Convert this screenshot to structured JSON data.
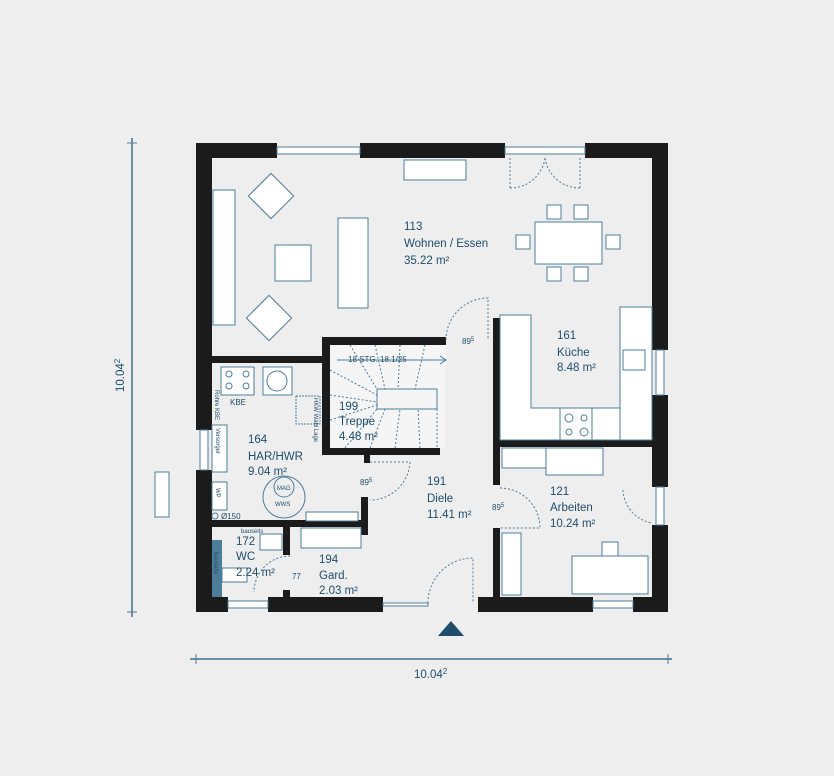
{
  "dimensions": {
    "width": "10.04",
    "width_sup": "2",
    "height": "10.04",
    "height_sup": "2"
  },
  "rooms": [
    {
      "number": "113",
      "name": "Wohnen / Essen",
      "area": "35.22 m²"
    },
    {
      "number": "161",
      "name": "Küche",
      "area": "8.48 m²"
    },
    {
      "number": "199",
      "name": "Treppe",
      "area": "4.48 m²"
    },
    {
      "number": "164",
      "name": "HAR/HWR",
      "area": "9.04 m²"
    },
    {
      "number": "191",
      "name": "Diele",
      "area": "11.41 m²"
    },
    {
      "number": "121",
      "name": "Arbeiten",
      "area": "10.24 m²"
    },
    {
      "number": "172",
      "name": "WC",
      "area": "2.24 m²"
    },
    {
      "number": "194",
      "name": "Gard.",
      "area": "2.03 m²"
    }
  ],
  "stair_label": "18 STG. 18.1/25",
  "door_widths": {
    "living": "89",
    "hwr": "89",
    "office": "89",
    "sup": "5",
    "wc": "77"
  },
  "equipment": {
    "kbe": "KBE",
    "rohre_kbe": "Rohre KBE",
    "versorger": "Versorger",
    "wp": "WP",
    "diameter": "Ø150",
    "mag": "MAG",
    "wws": "WWS",
    "hkw": "HKW Wahl Lage",
    "bauseits_top": "bauseits",
    "bauseits_side": "bauseits"
  },
  "colors": {
    "wall": "#1b1b1b",
    "line": "#4e7d9a",
    "text": "#1f4d6b",
    "entrance_marker": "#1f4d6b"
  }
}
